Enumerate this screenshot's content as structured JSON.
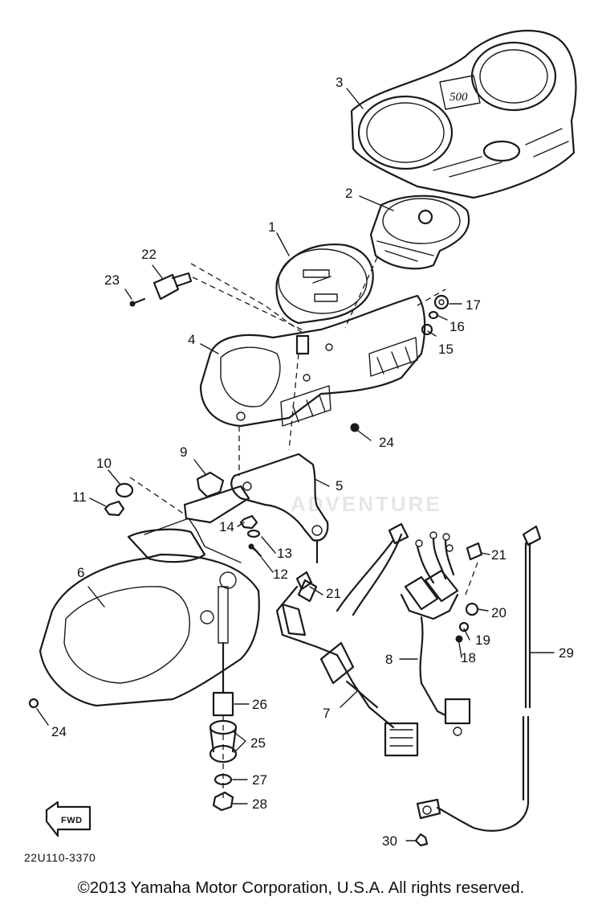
{
  "diagram": {
    "watermark": "ADVENTURE",
    "speedo_badge": "500",
    "fwd_arrow_label": "FWD",
    "diagram_code": "22U110-3370",
    "callouts": [
      "1",
      "2",
      "3",
      "4",
      "5",
      "6",
      "7",
      "8",
      "9",
      "10",
      "11",
      "12",
      "13",
      "14",
      "15",
      "16",
      "17",
      "18",
      "19",
      "20",
      "21",
      "21",
      "22",
      "23",
      "24",
      "24",
      "25",
      "26",
      "27",
      "28",
      "29",
      "30"
    ]
  },
  "footer": {
    "copyright": "©2013 Yamaha Motor Corporation, U.S.A. All rights reserved."
  }
}
